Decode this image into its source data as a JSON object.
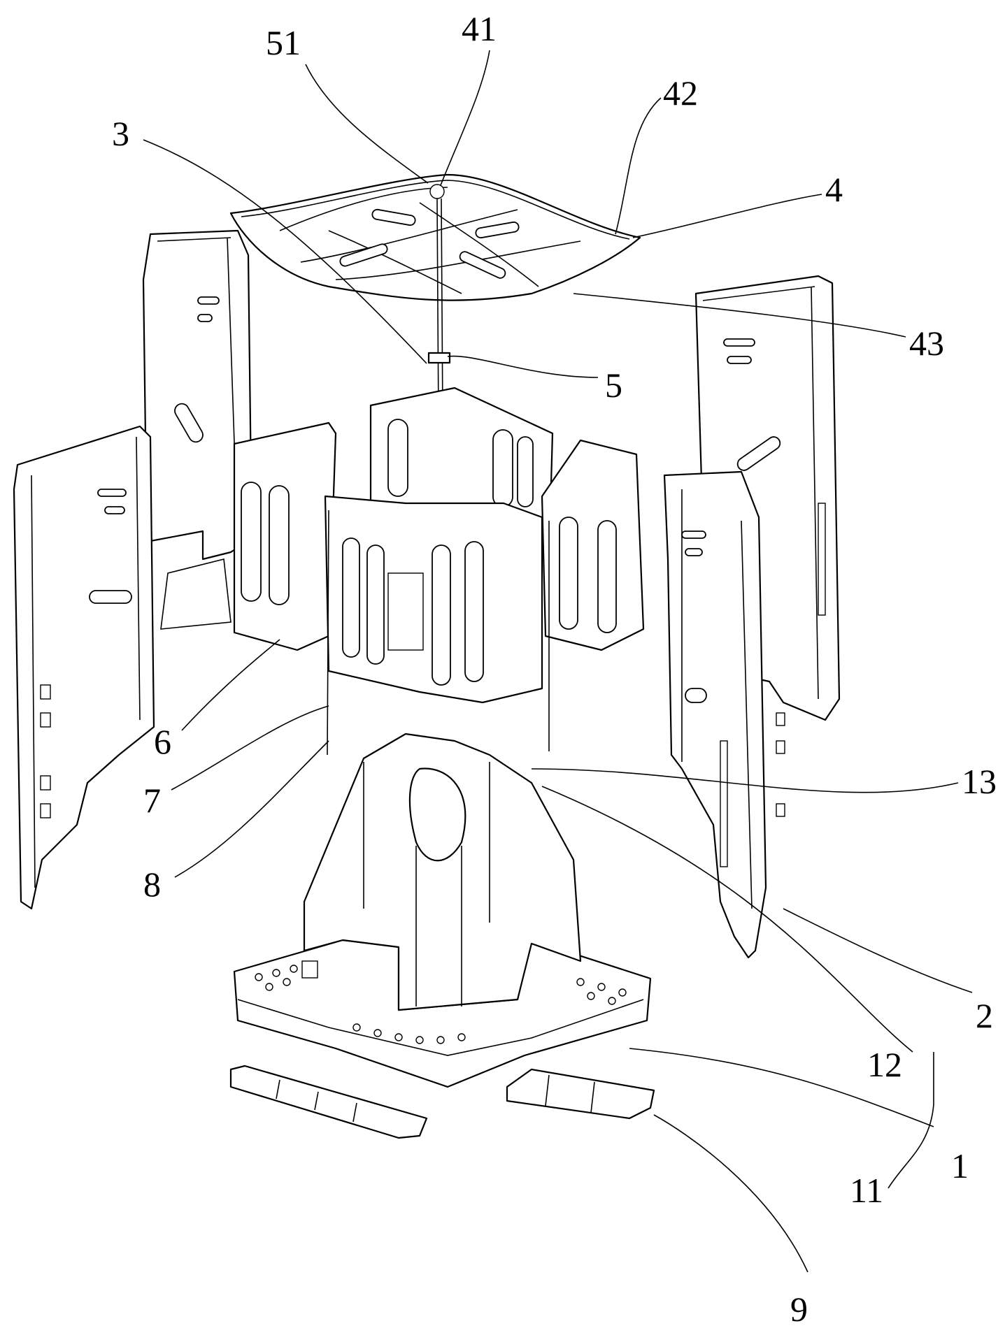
{
  "labels": {
    "l51": "51",
    "l41": "41",
    "l42": "42",
    "l3": "3",
    "l4": "4",
    "l43": "43",
    "l5": "5",
    "l6": "6",
    "l7": "7",
    "l8": "8",
    "l13": "13",
    "l2": "2",
    "l12": "12",
    "l11": "11",
    "l1": "1",
    "l9": "9"
  }
}
